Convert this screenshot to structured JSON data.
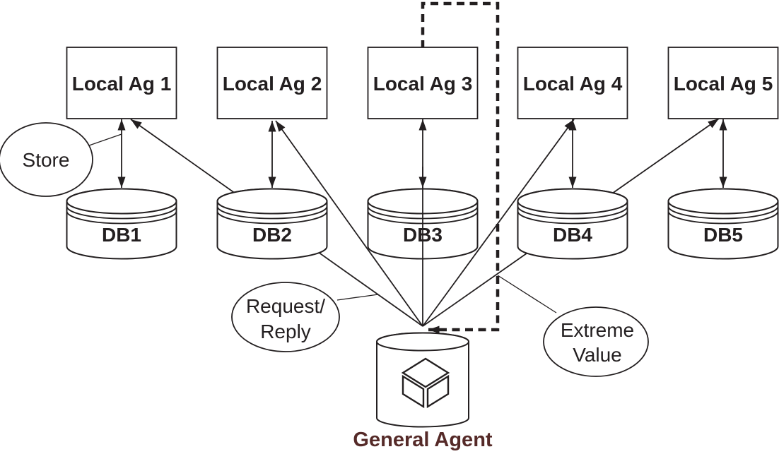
{
  "diagram": {
    "type": "multi-agent-database-architecture",
    "colors": {
      "background": "#ffffff",
      "stroke": "#231f20",
      "text": "#231f20",
      "general_agent_label": "#552a28"
    },
    "local_agents": [
      "Local Ag 1",
      "Local Ag 2",
      "Local Ag 3",
      "Local Ag 4",
      "Local Ag 5"
    ],
    "databases": [
      "DB1",
      "DB2",
      "DB3",
      "DB4",
      "DB5"
    ],
    "general_agent": {
      "label": "General Agent",
      "icon": "cube-icon"
    },
    "annotations": {
      "store": "Store",
      "request_reply": [
        "Request/",
        "Reply"
      ],
      "extreme_value": [
        "Extreme",
        "Value"
      ]
    },
    "edges": [
      {
        "from": "Local Ag 1",
        "to": "DB1",
        "style": "solid-double-arrow",
        "label": "Store"
      },
      {
        "from": "Local Ag 2",
        "to": "DB2",
        "style": "solid-double-arrow"
      },
      {
        "from": "Local Ag 3",
        "to": "DB3",
        "style": "solid-double-arrow"
      },
      {
        "from": "Local Ag 4",
        "to": "DB4",
        "style": "solid-double-arrow"
      },
      {
        "from": "Local Ag 5",
        "to": "DB5",
        "style": "solid-double-arrow"
      },
      {
        "from": "General Agent",
        "to": "Local Ag 1",
        "style": "solid-arrow",
        "label": "Request/Reply"
      },
      {
        "from": "General Agent",
        "to": "Local Ag 2",
        "style": "solid-arrow"
      },
      {
        "from": "General Agent",
        "to": "Local Ag 3",
        "style": "solid-arrow"
      },
      {
        "from": "General Agent",
        "to": "Local Ag 4",
        "style": "solid-arrow"
      },
      {
        "from": "General Agent",
        "to": "Local Ag 5",
        "style": "solid-arrow"
      },
      {
        "from": "Local Ag 3",
        "to": "General Agent",
        "style": "dashed-arrow",
        "label": "Extreme Value"
      }
    ]
  }
}
